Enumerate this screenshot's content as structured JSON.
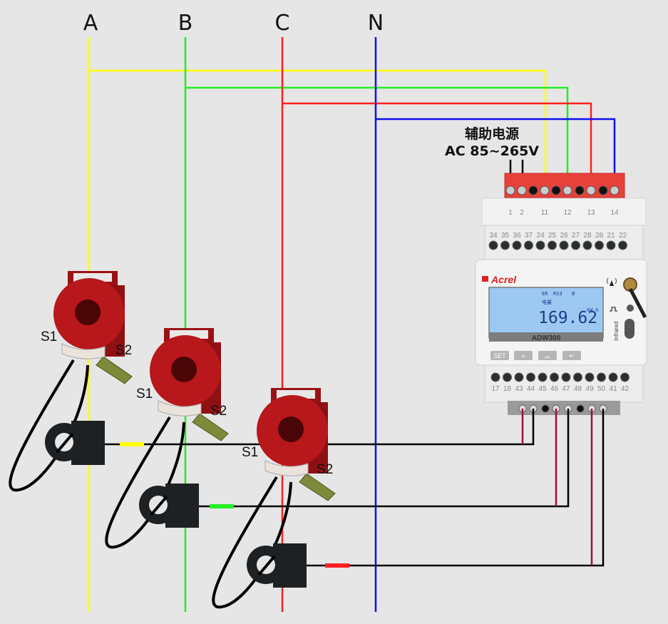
{
  "diagram": {
    "type": "wiring",
    "phases": [
      {
        "label": "A",
        "color": "#ffff00"
      },
      {
        "label": "B",
        "color": "#22ee22"
      },
      {
        "label": "C",
        "color": "#ff2020"
      },
      {
        "label": "N",
        "color": "#1010ee"
      }
    ],
    "aux_power": {
      "title": "辅助电源",
      "range": "AC 85~265V"
    },
    "top_terminals": [
      "1",
      "2",
      "11",
      "12",
      "13",
      "14"
    ],
    "mid_terminals": [
      "34",
      "35",
      "36",
      "37",
      "24",
      "25",
      "26",
      "27",
      "28",
      "28",
      "21",
      "22"
    ],
    "lower_terminals": [
      "17",
      "18",
      "43",
      "44",
      "45",
      "46",
      "47",
      "48",
      "49",
      "50",
      "41",
      "42"
    ],
    "meter": {
      "brand": "Acrel",
      "model": "ADW300",
      "lcd_header": [
        "ER",
        "RS3",
        "B"
      ],
      "lcd_sub": "电量",
      "reading": "169.62",
      "unit": "kW h",
      "infrared_label": "Infrared",
      "buttons": [
        "SET",
        "«",
        "︽",
        "↵"
      ]
    },
    "current_transformers": [
      {
        "phase": "A",
        "s1": "S1",
        "s2": "S2"
      },
      {
        "phase": "B",
        "s1": "S1",
        "s2": "S2"
      },
      {
        "phase": "C",
        "s1": "S1",
        "s2": "S2"
      }
    ],
    "colors": {
      "background": "#e6e6e6",
      "terminal_block": "#e8413c",
      "ct_body": "#b8171b",
      "s1_wire": "#a01035",
      "s2_wire": "#000000",
      "lcd": "#9cc8f2"
    }
  }
}
